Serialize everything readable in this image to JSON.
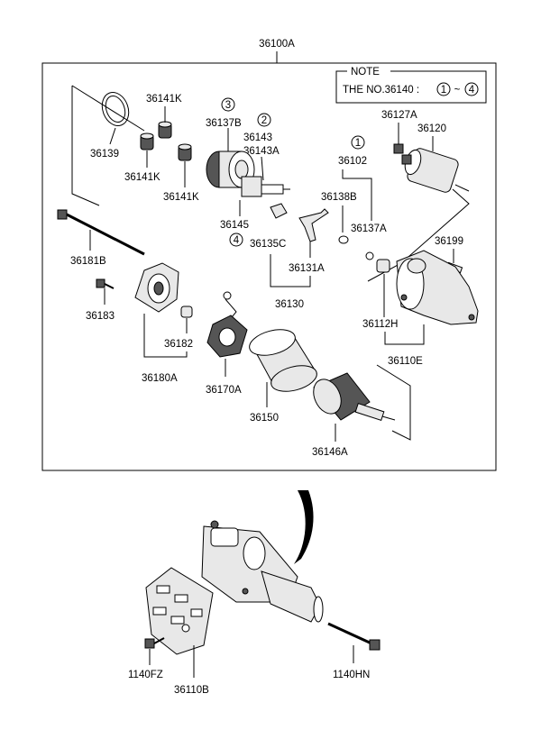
{
  "assembly_label": "36100A",
  "note": {
    "title": "NOTE",
    "text": "THE NO.36140 :",
    "range_start": "1",
    "range_sep": "~",
    "range_end": "4"
  },
  "parts": {
    "p36141K_a": "36141K",
    "p36141K_b": "36141K",
    "p36141K_c": "36141K",
    "p36139": "36139",
    "c3": "3",
    "p36137B": "36137B",
    "c2": "2",
    "p36143": "36143",
    "p36143A": "36143A",
    "p36145": "36145",
    "c4": "4",
    "p36135C": "36135C",
    "c1": "1",
    "p36102": "36102",
    "p36138B": "36138B",
    "p36137A": "36137A",
    "p36131A": "36131A",
    "p36130": "36130",
    "p36127A": "36127A",
    "p36120": "36120",
    "p36199": "36199",
    "p36112H": "36112H",
    "p36110E": "36110E",
    "p36181B": "36181B",
    "p36183": "36183",
    "p36182": "36182",
    "p36180A": "36180A",
    "p36170A": "36170A",
    "p36150": "36150",
    "p36146A": "36146A",
    "p1140FZ": "1140FZ",
    "p36110B": "36110B",
    "p1140HN": "1140HN"
  }
}
